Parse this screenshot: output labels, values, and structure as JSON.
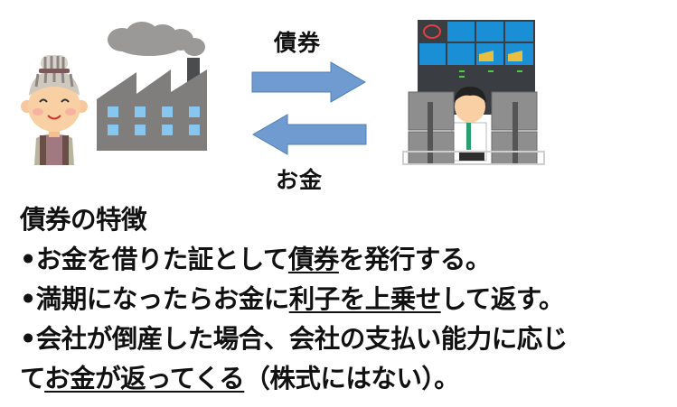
{
  "diagram": {
    "label_bond": "債券",
    "label_money": "お金",
    "arrow_color": "#6f9bd0",
    "arrow_border": "#4f7fb8",
    "illustrations": {
      "investor": "elderly-woman",
      "issuer": "factory",
      "market": "trader-at-monitors"
    }
  },
  "text": {
    "heading": "債券の特徴",
    "bullets": [
      {
        "before": "•お金を借りた証として",
        "underlined": "債券",
        "after": "を発行する。"
      },
      {
        "before": "•満期になったらお金に",
        "underlined": "利子を上乗せ",
        "after": "して返す。"
      },
      {
        "before": "•会社が倒産した場合、会社の支払い能力に応じ",
        "underlined": "",
        "after": ""
      }
    ],
    "continuation": {
      "before": "て",
      "underlined": "お金が返ってくる",
      "after": "（株式にはない）。"
    }
  }
}
